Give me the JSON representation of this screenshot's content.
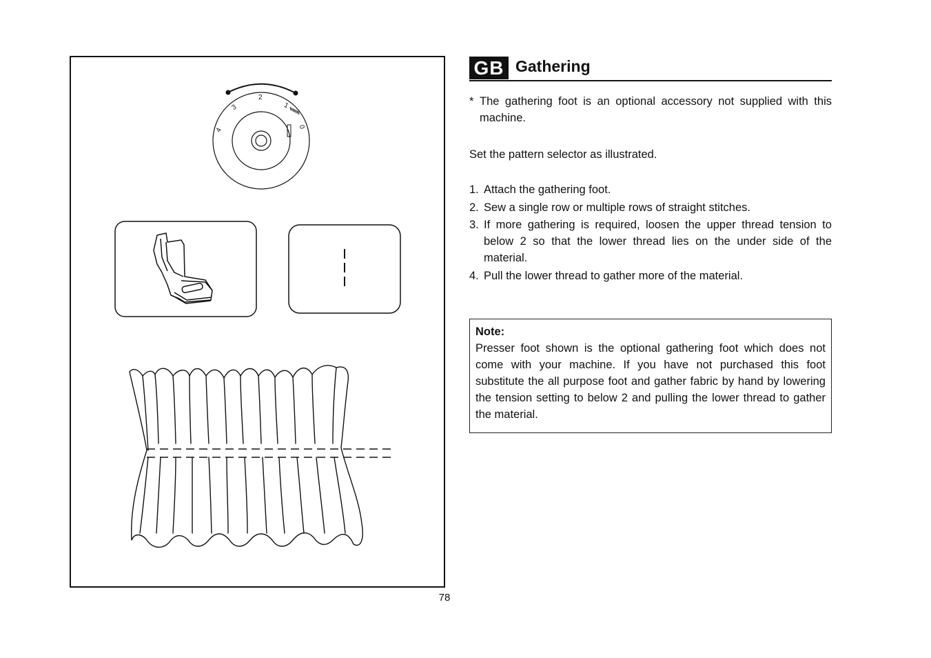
{
  "section": {
    "language_badge": "GB",
    "title": "Gathering"
  },
  "intro": {
    "marker": "*",
    "text": "The gathering foot is an optional accessory not supplied with this machine."
  },
  "selector_instruction": "Set the pattern selector as illustrated.",
  "steps": [
    {
      "num": "1.",
      "text": "Attach the gathering foot."
    },
    {
      "num": "2.",
      "text": "Sew a single row or multiple rows of straight stitches."
    },
    {
      "num": "3.",
      "text": "If more gathering is required, loosen the upper thread tension to below 2 so that the lower thread lies on the under side of the material."
    },
    {
      "num": "4.",
      "text": "Pull the lower thread to gather more of the material."
    }
  ],
  "note": {
    "title": "Note:",
    "text": "Presser foot shown is the optional gathering foot which does not come with your machine. If you have not purchased this foot substitute the all purpose foot and gather fabric by hand by lowering the tension setting to below 2 and pulling the lower thread to gather the material."
  },
  "dial": {
    "labels": [
      "4",
      "3",
      "2",
      "1",
      "0"
    ]
  },
  "page_number": "78"
}
